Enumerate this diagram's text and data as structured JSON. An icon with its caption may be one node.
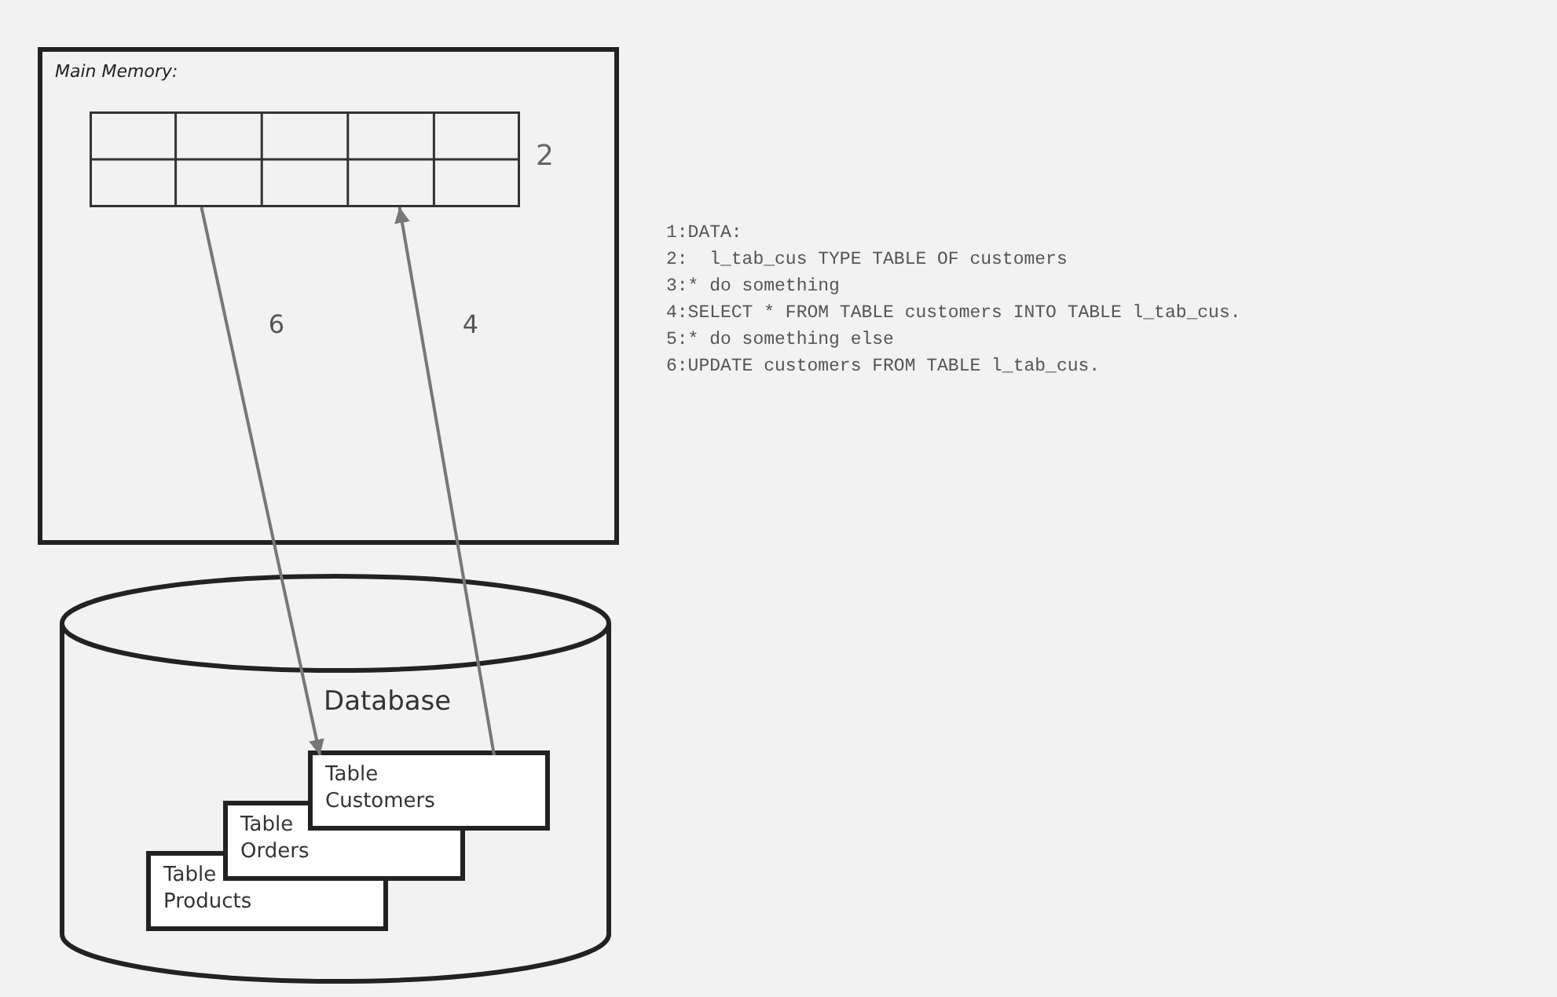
{
  "diagram": {
    "nodes": [
      {
        "text": [
          "Main Memory:"
        ]
      },
      {
        "text": [],
        "shape": "box",
        "in": 0,
        "beside": [
          "2"
        ]
      },
      {
        "text": [
          "Database"
        ]
      },
      {
        "text": [
          "Table Customers"
        ],
        "in": 2
      },
      {
        "text": [
          "Table Orders"
        ],
        "in": 2
      },
      {
        "text": [
          "Table Products"
        ],
        "in": 2
      }
    ],
    "edges": [
      {
        "from": 1,
        "to": 3,
        "arrow": "to",
        "label": "6"
      },
      {
        "from": 3,
        "to": 1,
        "arrow": "to",
        "label": "4"
      }
    ],
    "labels": [
      "1:DATA:",
      "2:  l_tab_cus TYPE TABLE OF customers",
      "3:* do something",
      "4:SELECT * FROM TABLE customers INTO TABLE l_tab_cus.",
      "5:* do something else",
      "6:UPDATE customers FROM TABLE l_tab_cus."
    ]
  }
}
